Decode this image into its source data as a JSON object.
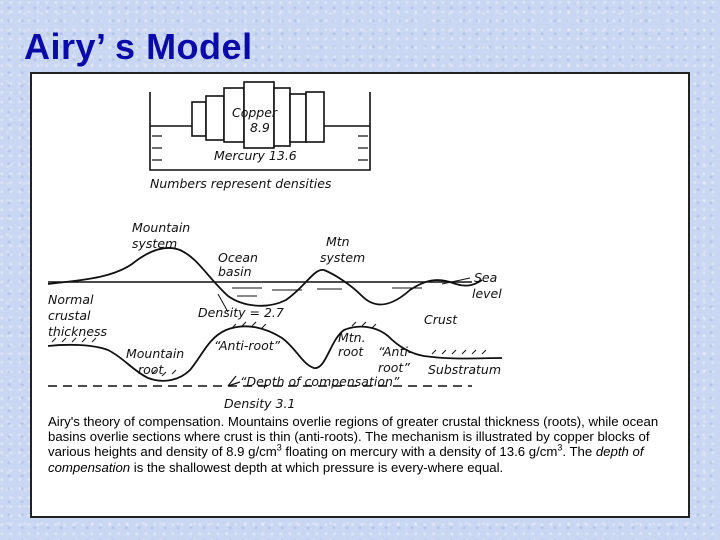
{
  "slide": {
    "title": "Airy’ s Model"
  },
  "top_figure": {
    "copper_label": "Copper",
    "copper_density": "8.9",
    "mercury_label": "Mercury 13.6",
    "note": "Numbers represent densities"
  },
  "main_figure": {
    "mountain_system": [
      "Mountain",
      "system"
    ],
    "ocean_basin": [
      "Ocean",
      "basin"
    ],
    "mtn_system": [
      "Mtn",
      "system"
    ],
    "sea_level": [
      "Sea",
      "level"
    ],
    "normal_crustal_thickness": [
      "Normal",
      "crustal",
      "thickness"
    ],
    "density_crust": "Density = 2.7",
    "crust": "Crust",
    "mtn_root": [
      "Mtn.",
      "root"
    ],
    "anti_root_1": "“Anti-root”",
    "anti_root_2": [
      "“Anti-",
      "root”"
    ],
    "mountain_root": [
      "Mountain",
      "root"
    ],
    "depth_of_compensation": "“Depth of compensation”",
    "substratum": "Substratum",
    "density_substratum": "Density 3.1"
  },
  "caption": {
    "part1": "Airy's theory of compensation. Mountains overlie regions of greater crustal thickness (roots), while ocean basins overlie sections where crust is thin (anti-roots). The mechanism is illustrated by copper blocks of various heights and density of 8.9 g/cm",
    "sup1": "3",
    "part2": " floating on mercury with a density of 13.6 g/cm",
    "sup2": "3",
    "part3": ". The ",
    "italic": "depth of compensation",
    "part4": " is the shallowest depth at which pressure is every-where equal."
  }
}
